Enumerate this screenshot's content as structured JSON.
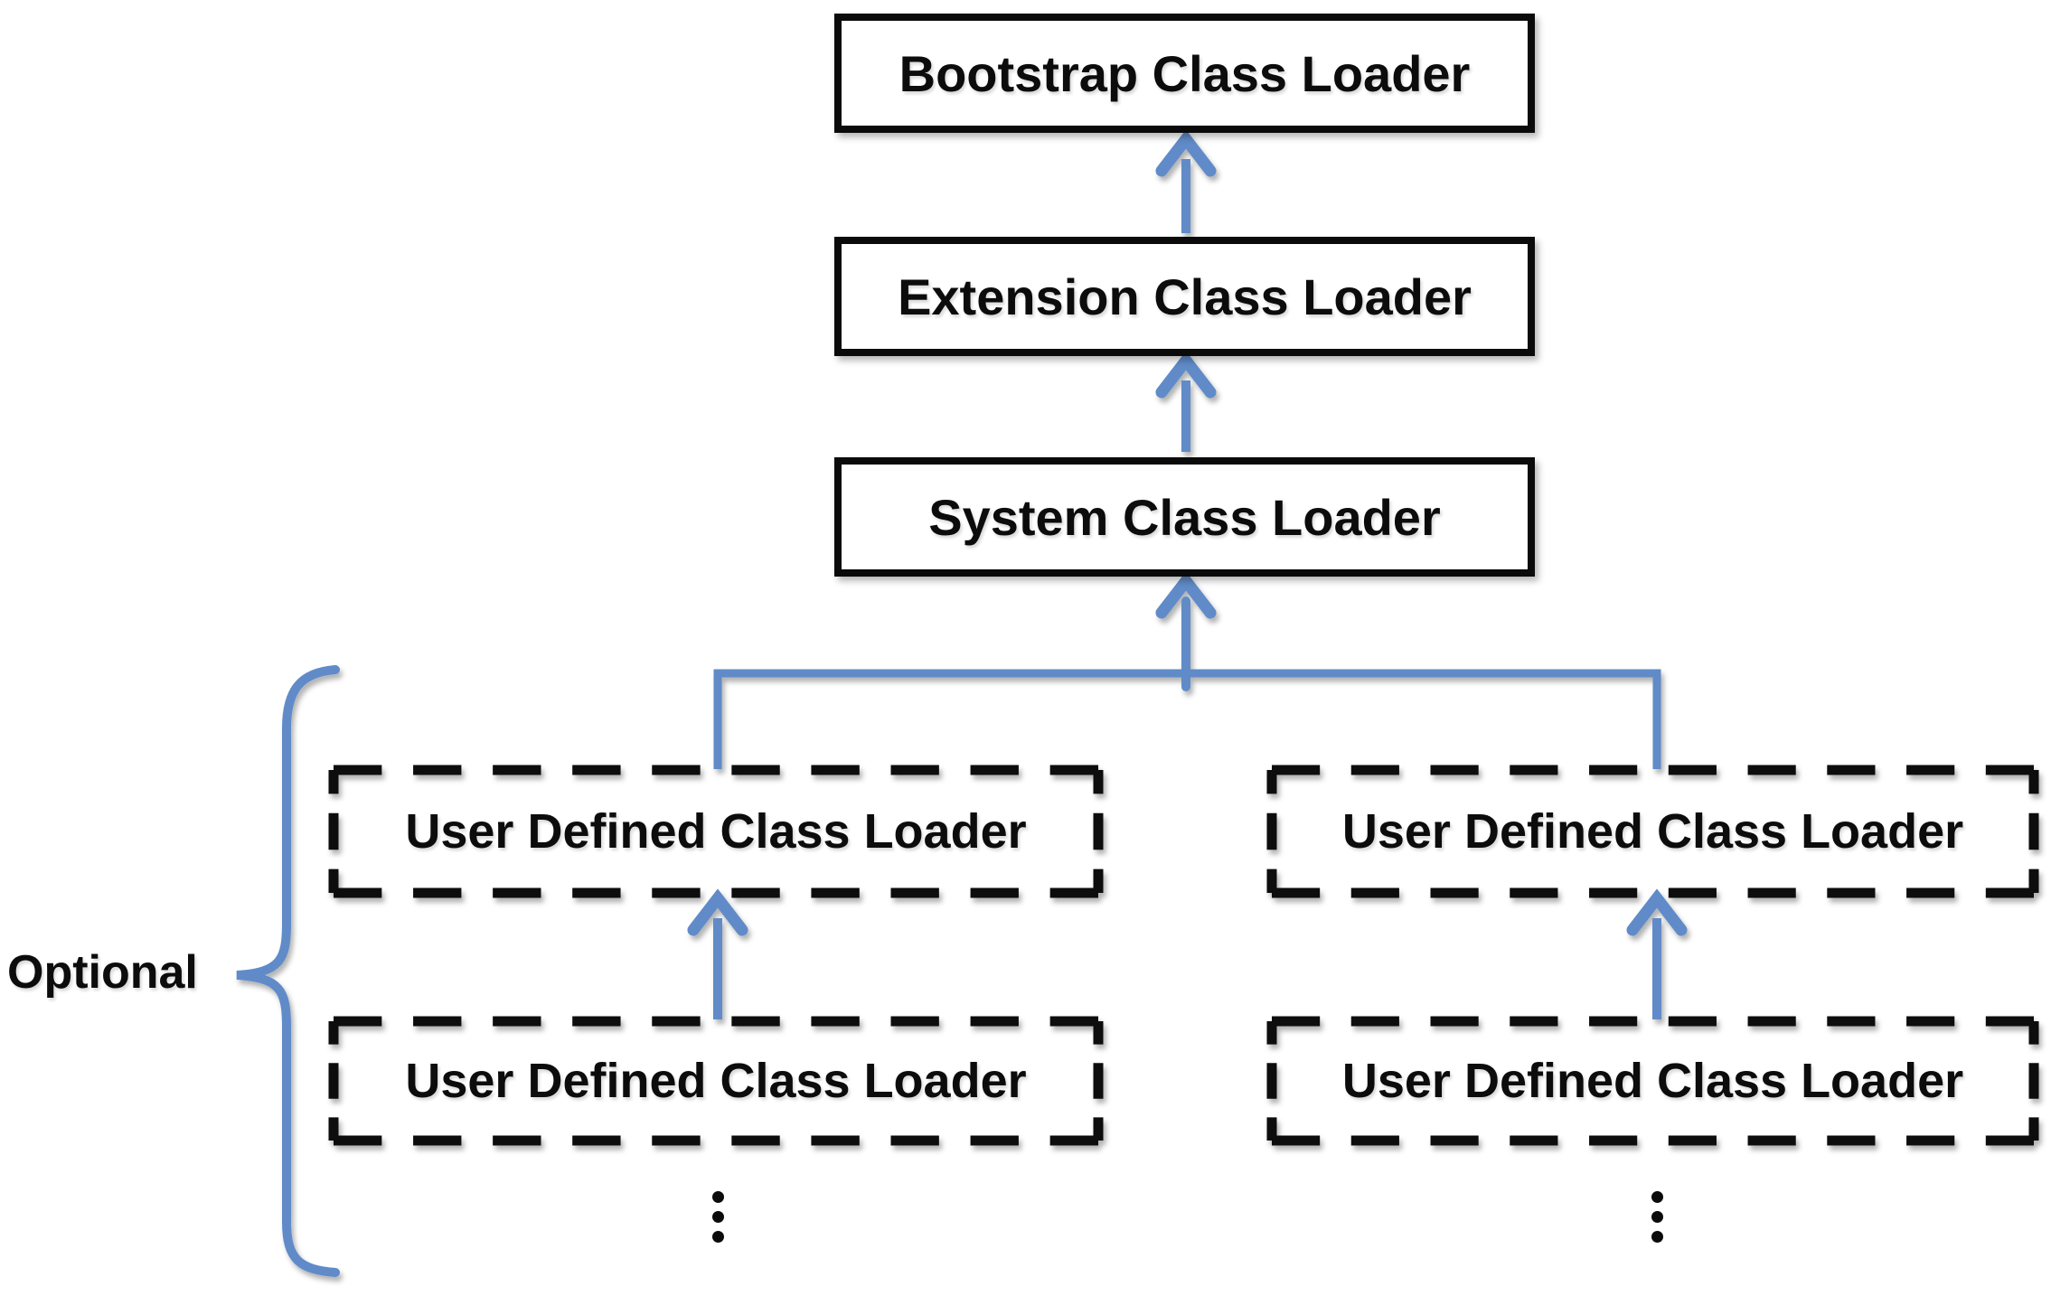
{
  "diagram": {
    "colors": {
      "accent_blue": "#618BC8",
      "stroke_black": "#0B0B0B",
      "background": "#FFFFFF"
    },
    "boxes": {
      "bootstrap": {
        "label": "Bootstrap Class Loader",
        "style": "solid"
      },
      "extension": {
        "label": "Extension Class Loader",
        "style": "solid"
      },
      "system": {
        "label": "System Class Loader",
        "style": "solid"
      },
      "user_defined_left_parent": {
        "label": "User Defined Class Loader",
        "style": "dashed"
      },
      "user_defined_right_parent": {
        "label": "User Defined Class Loader",
        "style": "dashed"
      },
      "user_defined_left_child": {
        "label": "User Defined Class Loader",
        "style": "dashed"
      },
      "user_defined_right_child": {
        "label": "User Defined Class Loader",
        "style": "dashed"
      }
    },
    "annotations": {
      "optional_label": "Optional",
      "ellipsis_glyph": "⋮",
      "ellipsis_dot_count": 3
    }
  }
}
